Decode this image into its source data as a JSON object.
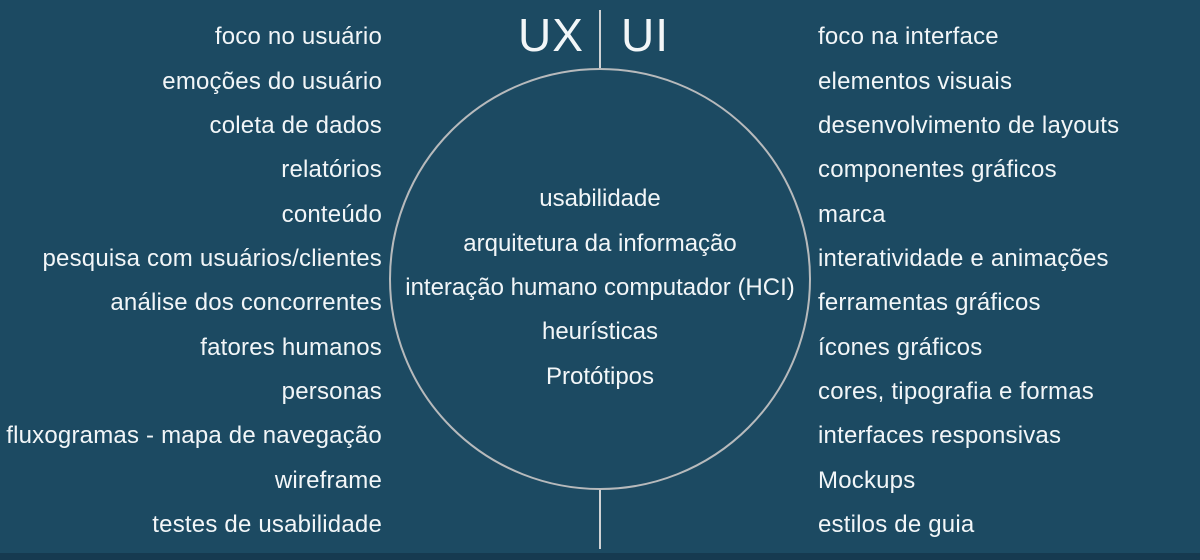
{
  "header": {
    "ux_label": "UX",
    "ui_label": "UI"
  },
  "ux_column": {
    "items": [
      "foco no usuário",
      "emoções do usuário",
      "coleta de dados",
      "relatórios",
      "conteúdo",
      "pesquisa com usuários/clientes",
      "análise dos concorrentes",
      "fatores humanos",
      "personas",
      "fluxogramas - mapa de navegação",
      "wireframe",
      "testes de usabilidade"
    ]
  },
  "ui_column": {
    "items": [
      "foco na interface",
      "elementos visuais",
      "desenvolvimento de layouts",
      "componentes gráficos",
      "marca",
      "interatividade e animações",
      "ferramentas gráficos",
      "ícones gráficos",
      "cores, tipografia e formas",
      "interfaces responsivas",
      "Mockups",
      "estilos de guia"
    ]
  },
  "shared_circle": {
    "items": [
      "usabilidade",
      "arquitetura da informação",
      "interação humano computador (HCI)",
      "heurísticas",
      "Protótipos"
    ]
  },
  "colors": {
    "background": "#1c4a62",
    "text": "#f2f6f8",
    "circle_stroke": "#b7babc",
    "divider_line": "#cfd2d4",
    "bottom_edge": "#163a50"
  }
}
